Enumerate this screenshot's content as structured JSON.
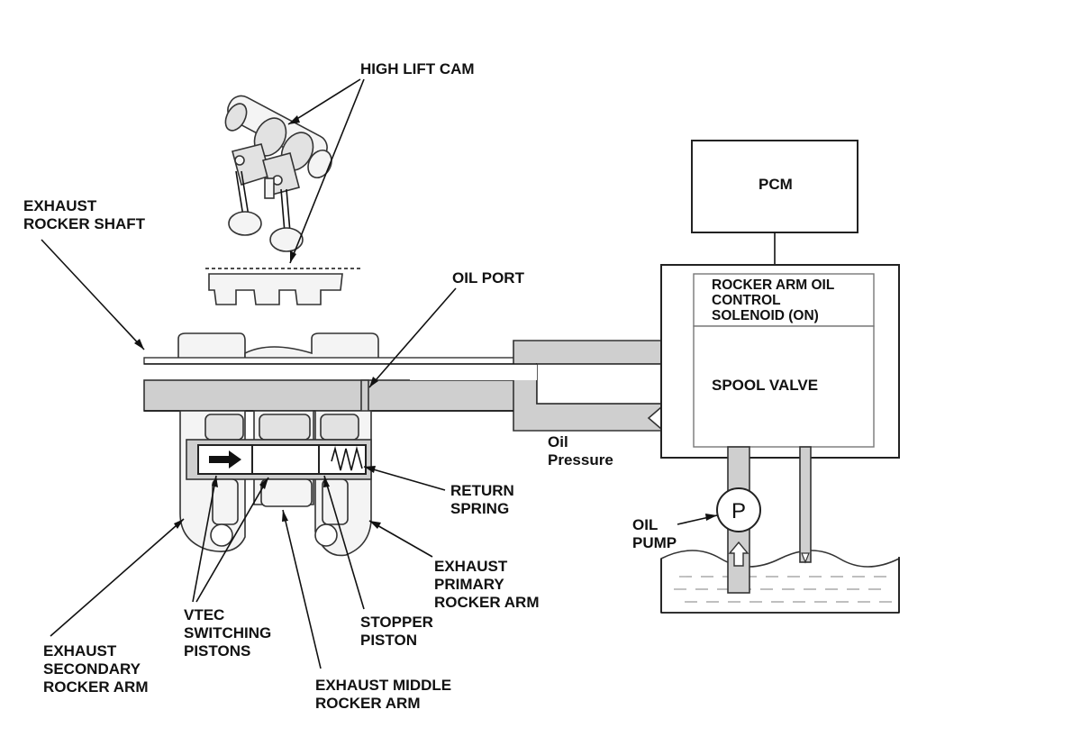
{
  "labels": {
    "high_lift_cam": "HIGH LIFT CAM",
    "exhaust_rocker_shaft": [
      "EXHAUST",
      "ROCKER SHAFT"
    ],
    "oil_port": "OIL PORT",
    "pcm": "PCM",
    "solenoid": [
      "ROCKER ARM OIL",
      "CONTROL",
      "SOLENOID (ON)"
    ],
    "spool_valve": "SPOOL VALVE",
    "oil_pressure": [
      "Oil",
      "Pressure"
    ],
    "return_spring": [
      "RETURN",
      "SPRING"
    ],
    "oil_pump": [
      "OIL",
      "PUMP"
    ],
    "pump_symbol": "P",
    "exhaust_primary_rocker_arm": [
      "EXHAUST",
      "PRIMARY",
      "ROCKER ARM"
    ],
    "vtec_switching_pistons": [
      "VTEC",
      "SWITCHING",
      "PISTONS"
    ],
    "stopper_piston": [
      "STOPPER",
      "PISTON"
    ],
    "exhaust_secondary_rocker_arm": [
      "EXHAUST",
      "SECONDARY",
      "ROCKER ARM"
    ],
    "exhaust_middle_rocker_arm": [
      "EXHAUST MIDDLE",
      "ROCKER ARM"
    ]
  },
  "colors": {
    "oil_fill": "#cfcfcf",
    "line": "#111111"
  }
}
